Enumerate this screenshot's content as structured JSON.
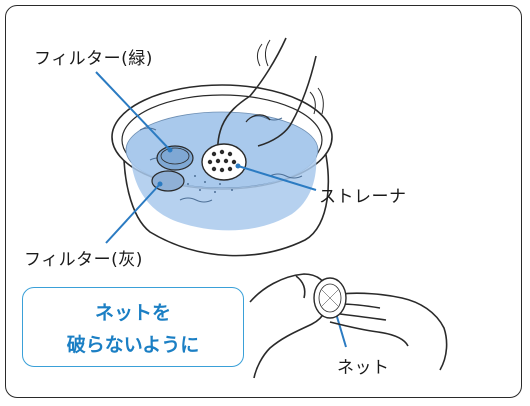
{
  "labels": {
    "filter_green": "フィルター(緑)",
    "filter_gray": "フィルター(灰)",
    "strainer": "ストレーナ",
    "net": "ネット"
  },
  "callout": {
    "line1": "ネットを",
    "line2": "破らないように"
  },
  "colors": {
    "water": "#a9c9ec",
    "leader_line": "#2b7bc2",
    "callout_border": "#3aa0d8",
    "callout_text": "#1b7fc4"
  }
}
